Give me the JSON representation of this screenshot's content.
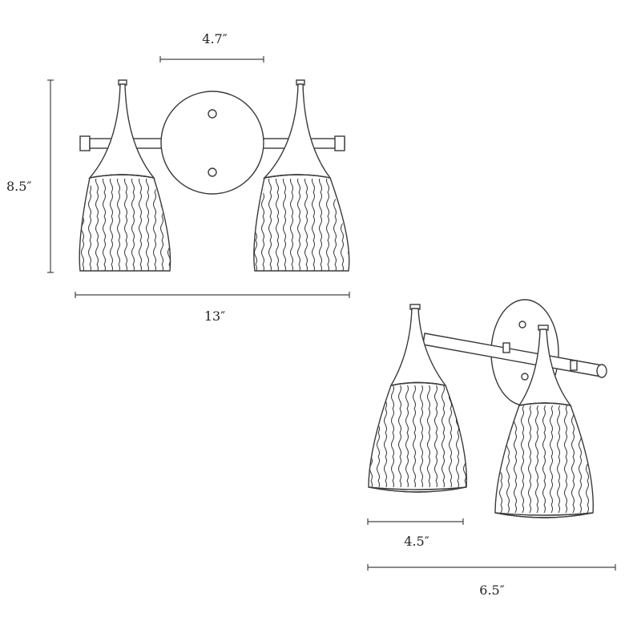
{
  "dimensions": {
    "top_width": "4.7″",
    "height": "8.5″",
    "overall_width": "13″",
    "shade_width": "4.5″",
    "extension": "6.5″"
  },
  "colors": {
    "line": "#3a3a3a",
    "background": "#ffffff"
  }
}
